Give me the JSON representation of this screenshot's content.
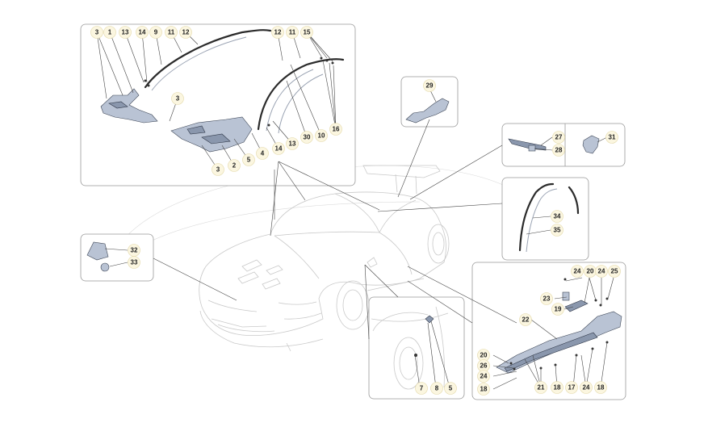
{
  "diagram": {
    "labels": [
      "3",
      "1",
      "13",
      "14",
      "9",
      "11",
      "12",
      "3",
      "3",
      "2",
      "5",
      "4",
      "14",
      "13",
      "30",
      "10",
      "16",
      "12",
      "11",
      "15",
      "29",
      "27",
      "28",
      "31",
      "34",
      "35",
      "32",
      "33",
      "24",
      "20",
      "24",
      "25",
      "23",
      "19",
      "22",
      "20",
      "26",
      "24",
      "18",
      "21",
      "18",
      "17",
      "24",
      "18",
      "7",
      "8",
      "5"
    ],
    "colors": {
      "part_fill": "#b9c3d4",
      "part_stroke": "#3d4656",
      "label_circle": "#fbf6e0",
      "panel_border": "#999999",
      "car_outline": "#c9c9c9"
    }
  }
}
